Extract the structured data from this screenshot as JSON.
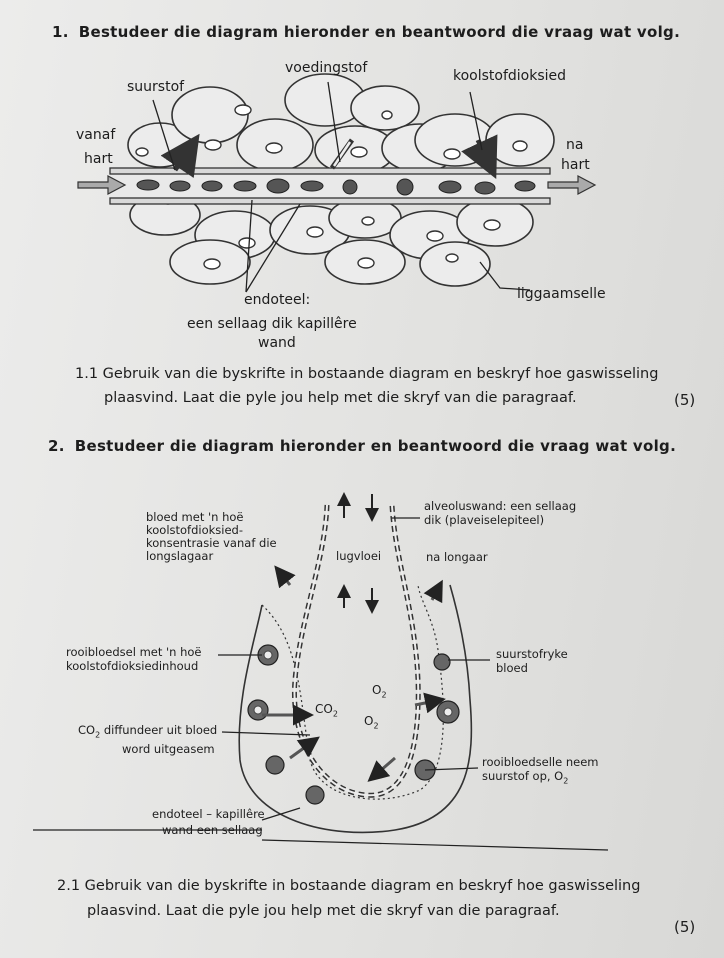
{
  "question1": {
    "number": "1.",
    "title": "Bestudeer die diagram hieronder en beantwoord die vraag wat volg.",
    "diagram": {
      "labels": {
        "oxygen": "suurstof",
        "food": "voedingstof",
        "carbon_dioxide": "koolstofdioksied",
        "from_heart_1": "vanaf",
        "from_heart_2": "hart",
        "to_heart_1": "na",
        "to_heart_2": "hart",
        "body_cells": "liggaamselle",
        "endothelium_1": "endoteel:",
        "endothelium_2": "een sellaag dik kapillêre",
        "endothelium_3": "wand"
      }
    },
    "sub": {
      "number": "1.1",
      "line1": "Gebruik van die byskrifte in bostaande diagram en beskryf hoe gaswisseling",
      "line2": "plaasvind. Laat die pyle jou help met die skryf van die paragraaf.",
      "marks": "(5)"
    }
  },
  "question2": {
    "number": "2.",
    "title": "Bestudeer die diagram hieronder en beantwoord die vraag wat volg.",
    "diagram": {
      "labels": {
        "blood_high_co2_1": "bloed met 'n hoë",
        "blood_high_co2_2": "koolstofdioksied-",
        "blood_high_co2_3": "konsentrasie vanaf die",
        "blood_high_co2_4": "longslagaar",
        "alveolus_wall_1": "alveoluswand: een sellaag",
        "alveolus_wall_2": "dik (plaveiselepiteel)",
        "air_flow": "lugvloei",
        "to_lung_vein": "na longaar",
        "rbc_high_co2_1": "rooibloedsel met 'n hoë",
        "rbc_high_co2_2": "koolstofdioksiedinhoud",
        "oxygen_rich_1": "suurstofryke",
        "oxygen_rich_2": "bloed",
        "o2_a": "O",
        "o2_b": "O",
        "co2": "CO",
        "sub2": "2",
        "co2_diffuses_1": "CO",
        "co2_diffuses_1b": " diffundeer uit bloed",
        "co2_diffuses_2": "word uitgeasem",
        "rbc_take_o2_1": "rooibloedselle neem",
        "rbc_take_o2_2": "suurstof op, O",
        "endo_1": "endoteel – kapillêre",
        "endo_2": "wand een sellaag"
      }
    },
    "sub": {
      "number": "2.1",
      "line1": "Gebruik van die byskrifte in bostaande diagram en beskryf hoe gaswisseling",
      "line2": "plaasvind. Laat die pyle jou help met die skryf van die paragraaf.",
      "marks": "(5)"
    }
  }
}
